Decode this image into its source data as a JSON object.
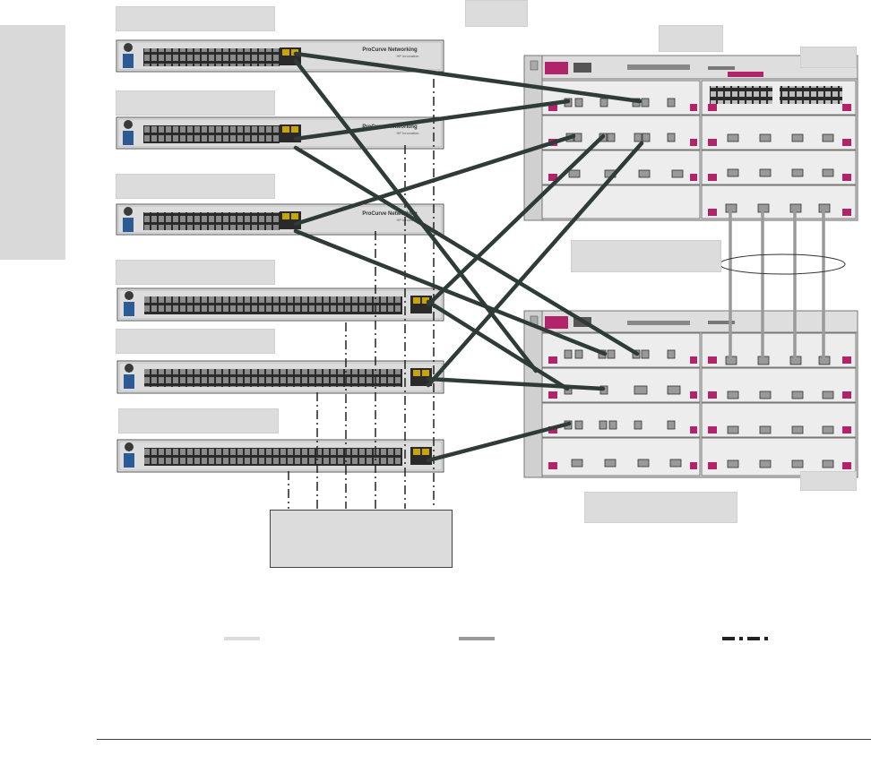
{
  "diagram": {
    "chassis_brand_color": "#b0246a",
    "backbone_cable_color": "#2f3b36",
    "mesh_link_color": "#9a9a9a",
    "switch_brand_text": "ProCurve Networking",
    "switch_sub_text": "HP Innovation",
    "switches": [
      {
        "id": "switch-1",
        "label": ""
      },
      {
        "id": "switch-2",
        "label": ""
      },
      {
        "id": "switch-3",
        "label": ""
      },
      {
        "id": "switch-4",
        "label": ""
      },
      {
        "id": "switch-5",
        "label": ""
      },
      {
        "id": "switch-6",
        "label": ""
      }
    ],
    "top_center_label": "",
    "chassis_top_label": "",
    "chassis_mesh_label": "",
    "chassis_bottom_label": "",
    "mesh_note_label": "",
    "legend": [
      {
        "id": "legend-light",
        "label": ""
      },
      {
        "id": "legend-gray",
        "label": ""
      },
      {
        "id": "legend-dashed",
        "label": ""
      }
    ]
  }
}
